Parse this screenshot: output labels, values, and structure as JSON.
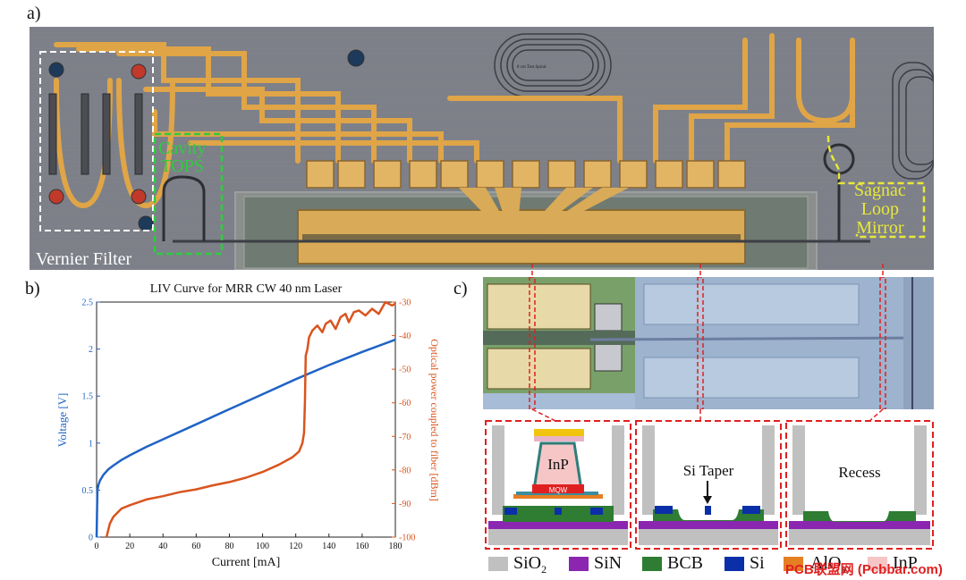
{
  "panel_labels": {
    "a": "a)",
    "b": "b)",
    "c": "c)"
  },
  "panel_a": {
    "vernier_label": "Vernier Filter",
    "cavity_tops_label": "Cavity\nTOPS",
    "sagnac_label": "Sagnac\nLoop\nMirror",
    "spiral_label": "8 cm Test Spiral",
    "colors": {
      "vernier_box": "#ffffff",
      "cavity_box": "#2ecc40",
      "sagnac_box": "#e8e83a",
      "gold": "#e2a94a",
      "chip": "#7b7f86"
    }
  },
  "chart_data": {
    "type": "line",
    "title": "LIV Curve for MRR CW 40 nm Laser",
    "xlabel": "Current [mA]",
    "ylabel_left": "Voltage [V]",
    "ylabel_right": "Optical power coupled to fiber [dBm]",
    "xlim": [
      0,
      180
    ],
    "ylim_left": [
      0,
      2.5
    ],
    "ylim_right": [
      -100,
      -30
    ],
    "x_ticks": [
      "0",
      "20",
      "40",
      "60",
      "80",
      "100",
      "120",
      "140",
      "160",
      "180"
    ],
    "y_ticks_left": [
      "0",
      "0.5",
      "1",
      "1.5",
      "2",
      "2.5"
    ],
    "y_ticks_right": [
      "-30",
      "-40",
      "-50",
      "-60",
      "-70",
      "-80",
      "-90",
      "-100"
    ],
    "series": [
      {
        "axis": "left",
        "color": "#1f63c6",
        "x": [
          0,
          0.5,
          1,
          2,
          4,
          7,
          10,
          15,
          20,
          30,
          40,
          60,
          80,
          100,
          120,
          140,
          160,
          180
        ],
        "y": [
          0,
          0.5,
          0.55,
          0.6,
          0.66,
          0.72,
          0.76,
          0.82,
          0.87,
          0.96,
          1.04,
          1.2,
          1.36,
          1.52,
          1.68,
          1.83,
          1.97,
          2.1
        ]
      },
      {
        "axis": "right",
        "color": "#d9541e",
        "x": [
          6,
          8,
          10,
          15,
          20,
          30,
          40,
          50,
          60,
          70,
          80,
          90,
          100,
          110,
          118,
          122,
          124,
          125,
          125.5,
          126,
          127,
          128,
          130,
          133,
          136,
          138,
          141,
          144,
          147,
          150,
          152,
          155,
          158,
          162,
          166,
          170,
          174,
          178,
          180
        ],
        "y": [
          -100,
          -96,
          -94,
          -91.5,
          -90.5,
          -88.8,
          -87.8,
          -86.6,
          -85.8,
          -84.6,
          -83.6,
          -82.3,
          -80.6,
          -78.4,
          -76.2,
          -74.5,
          -72,
          -69,
          -60,
          -46,
          -44,
          -40.5,
          -38.5,
          -37,
          -39,
          -36.5,
          -35.5,
          -38,
          -34.5,
          -33.5,
          -36,
          -33,
          -32.5,
          -34,
          -32,
          -33.5,
          -30,
          -31,
          -30.5
        ]
      }
    ]
  },
  "panel_c": {
    "boxes": [
      {
        "label": "InP",
        "mqw": "MQW"
      },
      {
        "label": "Si Taper"
      },
      {
        "label": "Recess"
      }
    ]
  },
  "legend": [
    {
      "label": "SiO",
      "sub": "2",
      "color": "#c0c0c0"
    },
    {
      "label": "SiN",
      "sub": "",
      "color": "#8b26b0"
    },
    {
      "label": "BCB",
      "sub": "",
      "color": "#2e7d32"
    },
    {
      "label": "Si",
      "sub": "",
      "color": "#0b2fa8"
    },
    {
      "label": "AlO",
      "sub": "x",
      "color": "#e67e22"
    },
    {
      "label": "InP",
      "sub": "",
      "color": "#f6c6c6"
    }
  ],
  "watermark": "PCB联盟网 (Pcbbar.com)"
}
